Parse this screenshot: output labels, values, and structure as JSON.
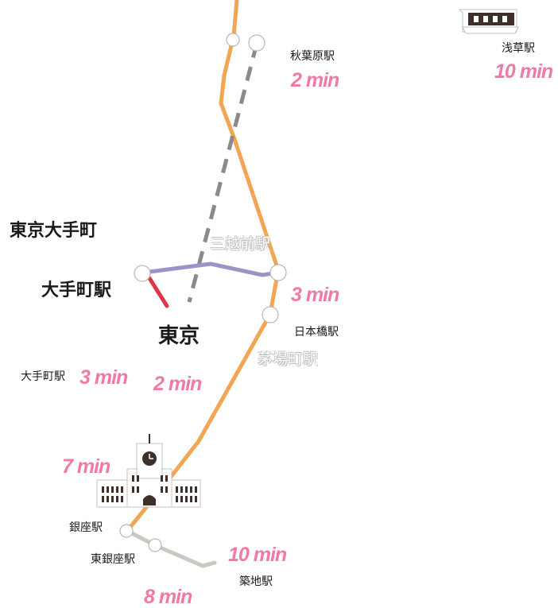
{
  "stations": {
    "akihabara": "秋葉原駅",
    "asakusa": "浅草駅",
    "tokyo_otemachi": "東京大手町",
    "mitsukoshimae": "三越前駅",
    "otemachi_station": "大手町駅",
    "tokyo": "東京",
    "nihonbashi": "日本橋駅",
    "kayabacho": "茅場町駅",
    "otemachi_small": "大手町駅",
    "ginza": "銀座駅",
    "higashi_ginza": "東銀座駅",
    "tsukiji": "築地駅"
  },
  "times": {
    "akihabara": "2 min",
    "asakusa": "10 min",
    "nihonbashi": "3 min",
    "otemachi": "3 min",
    "tokyo": "2 min",
    "ginza": "7 min",
    "tsukiji": "10 min",
    "higashi_ginza": "8 min"
  },
  "colors": {
    "orange_line": "#f2a654",
    "purple_line": "#9b92c8",
    "red_line": "#e0344a",
    "gray_line": "#8a8a8a",
    "light_gray_line": "#c9c9c1",
    "time_text": "#f07aa6",
    "building": "#3e2f2a"
  },
  "icons": [
    "boat-icon",
    "clock-tower-building-icon"
  ]
}
